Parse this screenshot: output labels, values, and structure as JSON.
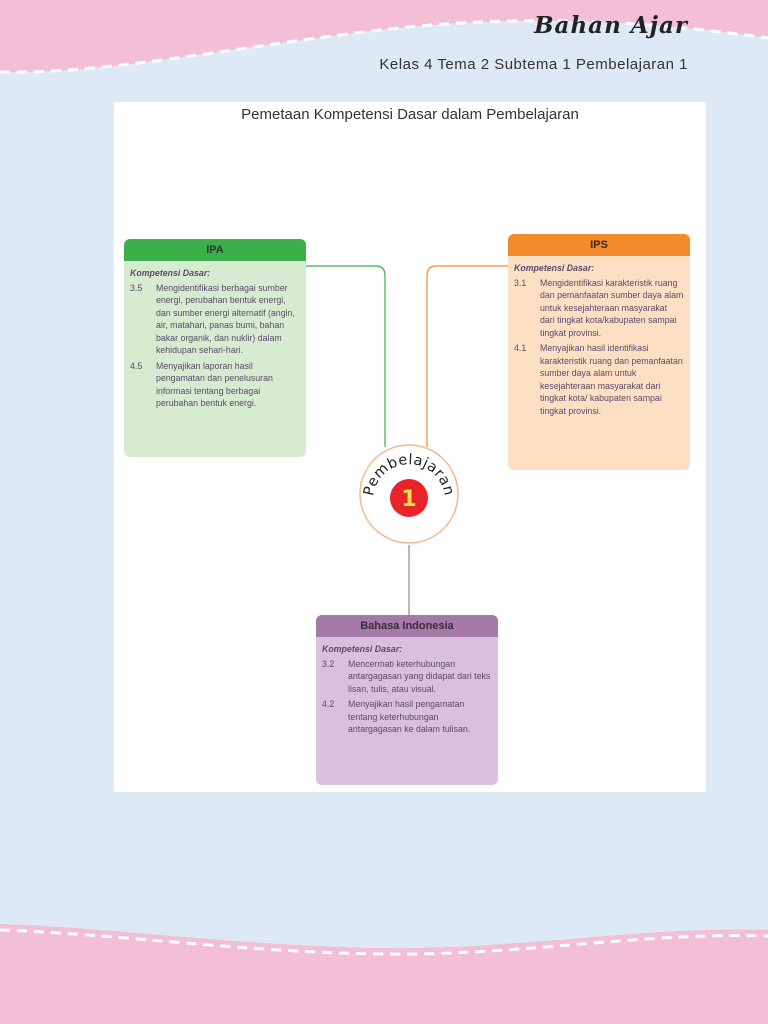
{
  "header": {
    "brand": "Bahan Ajar",
    "subtitle": "Kelas 4 Tema 2 Subtema 1 Pembelajaran 1"
  },
  "map": {
    "title": "Pemetaan Kompetensi Dasar dalam Pembelajaran",
    "center": {
      "word": "Pembelajaran",
      "number": "1"
    },
    "colors": {
      "ipa": "#3cae4a",
      "ips": "#f38a2a",
      "bi": "#a57aa8",
      "badge": "#e8242a"
    },
    "ipa": {
      "title": "IPA",
      "kd_label": "Kompetensi Dasar:",
      "items": [
        {
          "num": "3.5",
          "text": "Mengidentifikasi berbagai sumber energi, perubahan bentuk energi, dan sumber energi alternatif (angin, air, matahari, panas bumi, bahan bakar organik, dan nuklir) dalam kehidupan sehari-hari."
        },
        {
          "num": "4.5",
          "text": "Menyajikan laporan hasil pengamatan dan penelusuran informasi tentang berbagai perubahan bentuk energi."
        }
      ]
    },
    "ips": {
      "title": "IPS",
      "kd_label": "Kompetensi Dasar:",
      "items": [
        {
          "num": "3.1",
          "text": "Mengidentifikasi karakteristik ruang dan pemanfaatan sumber daya alam untuk kesejahteraan masyarakat dari tingkat kota/kabupaten sampai tingkat provinsi."
        },
        {
          "num": "4.1",
          "text": "Menyajikan hasil identifikasi karakteristik ruang dan pemanfaatan sumber daya alam untuk kesejahteraan masyarakat dari tingkat kota/ kabupaten sampai tingkat provinsi."
        }
      ]
    },
    "bi": {
      "title": "Bahasa Indonesia",
      "kd_label": "Kompetensi Dasar:",
      "items": [
        {
          "num": "3.2",
          "text": "Mencermati keterhubungan antargagasan yang didapat dari teks lisan, tulis, atau visual."
        },
        {
          "num": "4.2",
          "text": "Menyajikan hasil pengamatan tentang keterhubungan antargagasan ke dalam tulisan."
        }
      ]
    }
  }
}
